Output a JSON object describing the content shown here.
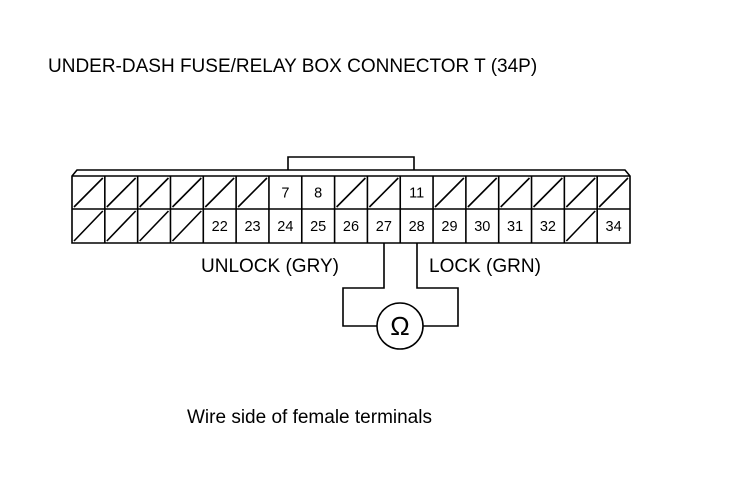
{
  "title": "UNDER-DASH FUSE/RELAY BOX CONNECTOR T (34P)",
  "connector": {
    "columns": 17,
    "top_row": [
      "",
      "",
      "",
      "",
      "",
      "",
      "7",
      "8",
      "",
      "",
      "11",
      "",
      "",
      "",
      "",
      "",
      ""
    ],
    "bottom_row": [
      "",
      "",
      "",
      "",
      "22",
      "23",
      "24",
      "25",
      "26",
      "27",
      "28",
      "29",
      "30",
      "31",
      "32",
      "",
      "34"
    ],
    "unused_label": ""
  },
  "wires": {
    "unlock_label": "UNLOCK (GRY)",
    "lock_label": "LOCK (GRN)",
    "unlock_terminal": "27",
    "lock_terminal": "28"
  },
  "meter": {
    "symbol": "Ω",
    "icon": "ohmmeter-icon"
  },
  "caption": "Wire side of female terminals",
  "colors": {
    "line": "#000000",
    "background": "#ffffff"
  }
}
